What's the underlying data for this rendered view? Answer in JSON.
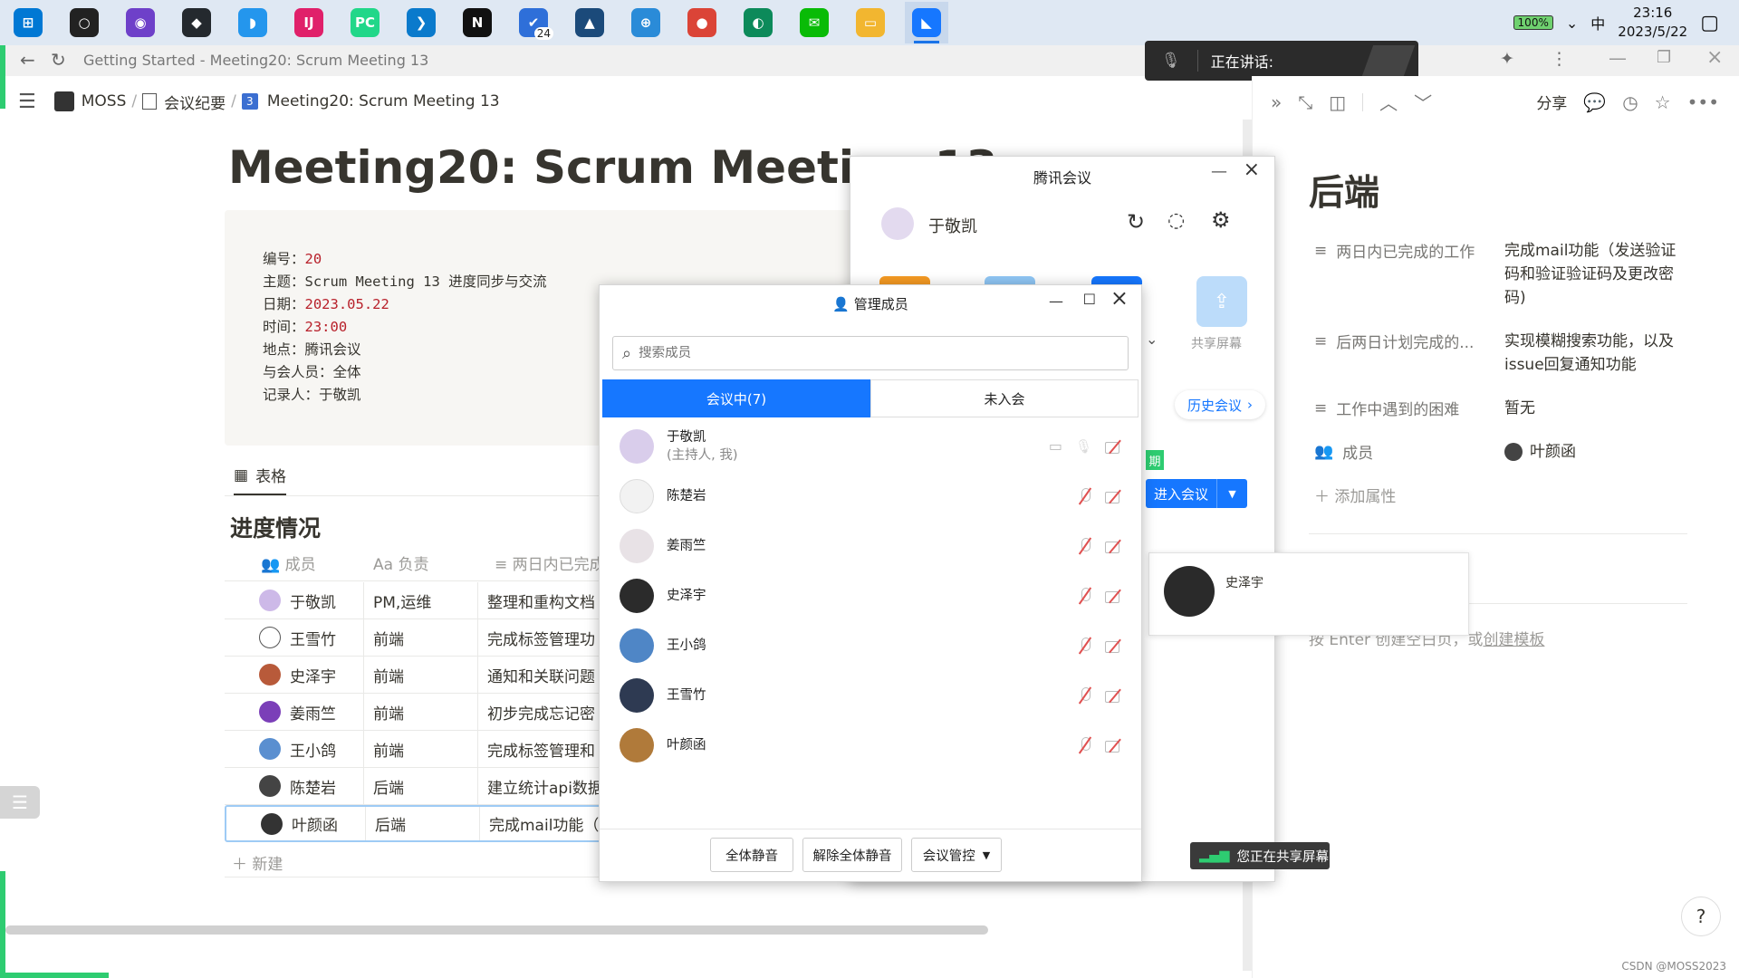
{
  "taskbar": {
    "apps": [
      {
        "icon": "windows-start-icon",
        "color": "#0078d4",
        "glyph": "⊞"
      },
      {
        "icon": "search-icon",
        "color": "#222",
        "glyph": "○"
      },
      {
        "icon": "github-desktop-icon",
        "color": "#6e40c9",
        "glyph": "◉"
      },
      {
        "icon": "github-icon",
        "color": "#24292e",
        "glyph": "◆"
      },
      {
        "icon": "docker-icon",
        "color": "#2496ed",
        "glyph": "◗"
      },
      {
        "icon": "intellij-idea-icon",
        "color": "#e0206a",
        "glyph": "IJ"
      },
      {
        "icon": "pycharm-icon",
        "color": "#21d789",
        "glyph": "PC"
      },
      {
        "icon": "vscode-icon",
        "color": "#0a7acc",
        "glyph": "❯"
      },
      {
        "icon": "notion-icon",
        "color": "#111",
        "glyph": "N"
      },
      {
        "icon": "todo-icon",
        "color": "#2e6fd9",
        "glyph": "✔"
      },
      {
        "icon": "cat-app-icon",
        "color": "#1b4a7a",
        "glyph": "▲"
      },
      {
        "icon": "network-app-icon",
        "color": "#2a8bd8",
        "glyph": "⊕"
      },
      {
        "icon": "chrome-icon",
        "color": "#db4437",
        "glyph": "●"
      },
      {
        "icon": "edge-dev-icon",
        "color": "#0c8a5a",
        "glyph": "◐"
      },
      {
        "icon": "wechat-icon",
        "color": "#09bb07",
        "glyph": "✉"
      },
      {
        "icon": "file-explorer-icon",
        "color": "#f2b630",
        "glyph": "▭"
      },
      {
        "icon": "tencent-meeting-icon",
        "color": "#1677ff",
        "glyph": "◣"
      }
    ],
    "todo_badge": "24",
    "battery": "100%",
    "ime": "中",
    "time": "23:16",
    "date": "2023/5/22"
  },
  "browser": {
    "tab_title": "Getting Started - Meeting20: Scrum Meeting 13"
  },
  "speaking_bar": {
    "label": "正在讲话:"
  },
  "breadcrumb": {
    "items": [
      "MOSS",
      "会议纪要",
      "Meeting20: Scrum Meeting 13"
    ],
    "sep": "/"
  },
  "page": {
    "title": "Meeting20: Scrum Meeting 13",
    "code_lines": [
      {
        "k": "编号：",
        "v": "20"
      },
      {
        "k": "主题：",
        "v": "Scrum Meeting 13 进度同步与交流"
      },
      {
        "k": "日期：",
        "v": "2023.05.22"
      },
      {
        "k": "时间：",
        "v": "23:00"
      },
      {
        "k": "地点：",
        "v": "腾讯会议"
      },
      {
        "k": "与会人员：",
        "v": "全体"
      },
      {
        "k": "记录人：",
        "v": "于敬凯"
      }
    ],
    "view_tab": "表格",
    "section_title": "进度情况",
    "columns": [
      "成员",
      "Aa 负责",
      "两日内已完成"
    ],
    "rows": [
      {
        "name": "于敬凯",
        "role": "PM,运维",
        "done": "整理和重构文档",
        "color": "#cdb9e8"
      },
      {
        "name": "王雪竹",
        "role": "前端",
        "done": "完成标签管理功",
        "color": "#ffffff"
      },
      {
        "name": "史泽宇",
        "role": "前端",
        "done": "通知和关联问题",
        "color": "#b85a3a"
      },
      {
        "name": "姜雨竺",
        "role": "前端",
        "done": "初步完成忘记密",
        "color": "#7b3fb8"
      },
      {
        "name": "王小鸽",
        "role": "前端",
        "done": "完成标签管理和",
        "color": "#5a8fd0"
      },
      {
        "name": "陈楚岩",
        "role": "后端",
        "done": "建立统计api数据",
        "color": "#444"
      },
      {
        "name": "叶颜函",
        "role": "后端",
        "done": "完成mail功能（",
        "color": "#333"
      }
    ],
    "new_label": "新建"
  },
  "right_panel": {
    "toolbar": {
      "share": "分享"
    },
    "title": "后端",
    "props": [
      {
        "k": "两日内已完成的工作",
        "v": "完成mail功能（发送验证码和验证验证码及更改密码)"
      },
      {
        "k": "后两日计划完成的...",
        "v": "实现模糊搜索功能，以及issue回复通知功能"
      },
      {
        "k": "工作中遇到的困难",
        "v": "暂无"
      },
      {
        "k": "成员",
        "v": "叶颜函"
      }
    ],
    "add_prop": "添加属性",
    "hint_prefix": "按 Enter 创建空白页，或",
    "hint_link": "创建模板"
  },
  "tencent_main": {
    "title": "腾讯会议",
    "user": "于敬凯",
    "share_label": "共享屏幕",
    "history": "历史会议",
    "join": "进入会议",
    "period_badge": "期"
  },
  "member_dialog": {
    "title": "管理成员",
    "search_placeholder": "搜索成员",
    "tab_in": "会议中(7)",
    "tab_out": "未入会",
    "members": [
      {
        "name": "于敬凯",
        "sub": "(主持人, 我)",
        "color": "#d9cdeb",
        "host": true
      },
      {
        "name": "陈楚岩",
        "sub": "",
        "color": "#f2f2f2",
        "host": false
      },
      {
        "name": "姜雨竺",
        "sub": "",
        "color": "#e8e2e6",
        "host": false
      },
      {
        "name": "史泽宇",
        "sub": "",
        "color": "#2b2b2b",
        "host": false
      },
      {
        "name": "王小鸽",
        "sub": "",
        "color": "#4f86c6",
        "host": false
      },
      {
        "name": "王雪竹",
        "sub": "",
        "color": "#2e3a52",
        "host": false
      },
      {
        "name": "叶颜函",
        "sub": "",
        "color": "#b07a3a",
        "host": false
      }
    ],
    "btn_mute_all": "全体静音",
    "btn_unmute_all": "解除全体静音",
    "btn_control": "会议管控"
  },
  "speaker_card": {
    "name": "史泽宇"
  },
  "sharing_toast": "您正在共享屏幕",
  "watermark": "CSDN @MOSS2023",
  "help": "?"
}
